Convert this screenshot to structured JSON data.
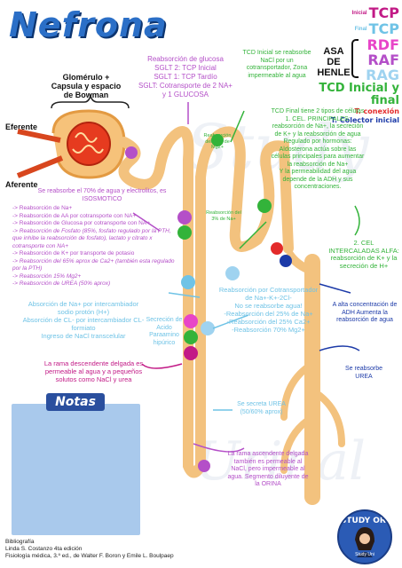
{
  "title": "Nefrona",
  "legend": {
    "tcp_initial_prefix": "Inicial",
    "tcp_initial": "TCP",
    "tcp_final_prefix": "Final",
    "tcp_final": "TCP",
    "asa_label": "ASA DE HENLE",
    "rdf": "RDF",
    "raf": "RAF",
    "rag": "RAG",
    "tcd": "TCD Inicial y final",
    "t_conexion": "T. conexión",
    "t_colector": "T. Colector inicial",
    "colors": {
      "tcp_initial": "#c21a86",
      "tcp_final": "#6fc3e6",
      "rdf": "#e845c8",
      "raf": "#b44fc8",
      "rag": "#9fd3f0",
      "tcd": "#33b33a",
      "t_conexion": "#e32a2a",
      "t_colector": "#1c3aa8"
    }
  },
  "glomerulo_label": "Glomérulo + Capsula y espacio de Bowman",
  "eferente_label": "Eferente",
  "aferente_label": "Aferente",
  "notes_label": "Notas",
  "annotations": {
    "glucosa": "Reabsorción de glucosa\nSGLT 2: TCP Inicial\nSGLT 1: TCP Tardío\nSGLT: Cotransporte de 2 NA+\ny 1 GLUCOSA",
    "tcd_inicial": "TCD Inicial se reabsorbe NaCl por un cotransportador, Zona impermeable al agua",
    "tcd_final": "TCD Final tiene 2 tipos de células\n1.   CEL. PRINCIPALES: reabsorción de Na+, la secreción de K+ y la reabsorción de agua\nRegulado por hormonas: Aldosterona actúa sobre las células principales para aumentar la reabsorción de Na+\nY la permeabilidad del agua depende de la ADH y sus concentraciones.",
    "intercaladas": "2. CEL INTERCALADAS ALFA: reabsorción de K+ y la secreción de H+",
    "adh": "A alta concentración de ADH Aumenta la reabsorción de agua",
    "urea_reabs": "Se reabsorbe UREA",
    "tcp_list_title": "Se reabsorbe el 70% de agua y electrolitos, es ISOSMOTICO",
    "tcp_list": [
      "-> Reabsorción de Na+",
      "-> Reabsorción de AA por cotransporte con NA+",
      "-> Reabsorción de Glucosa por cotransporte con NA+",
      "-> Reabsorción de Fosfato (85%, fosfato regulado por la PTH, que inhibe la reabsorción de fosfato), lactato y citrato  x cotransporte con NA+",
      "-> Reabsorción de K+ por transporte de potasio",
      "-> Reabsorción del 65% aprox de Ca2+ (también esta regulado por la PTH)",
      "-> Reabsorción 15% Mg2+",
      "-> Reabsorción de UREA (50% aprox)"
    ],
    "na_intercambiador": "Absorción de Na+ por intercambiador sodio protón (H+)\nAbsorción de CL- por intercambiador CL- formiato\nIngreso de NaCl transcelular",
    "secrecion_acido": "Secreción de Acido Paraamino hipúrico",
    "rag_desc": "Reabsorción por Cotransportador de Na+-K+-2Cl-\nNo se reabsorbe agua!\n-Reabsorción del 25% de Na+\n-Reabsorción del 25% Ca2+\n-Reabsorción 70% Mg2+",
    "rdf_desc": "La rama descendente delgada es permeable al agua y a pequeños solutos como NaCl y urea",
    "urea_secreta": "Se secreta UREA (50/60% aprox)",
    "raf_desc": "La rama ascendente delgada también es permeable al NaCl, pero impermeable al agua. Segmento diluyente de la ORINA",
    "reabs_sodio_90": "Reabsorción del 90% de Mg2+",
    "reabs_sodio_3": "Reabsorción del 3% de Na+"
  },
  "bibliography": [
    "Bibliografía",
    "Linda S. Costanzo 4ta edición",
    "Fisiología médica, 3.º ed., de Walter F. Boron y Emile L. Boulpaep"
  ],
  "badge": {
    "text": "STUDY ORI",
    "footer": "Study Uni"
  }
}
